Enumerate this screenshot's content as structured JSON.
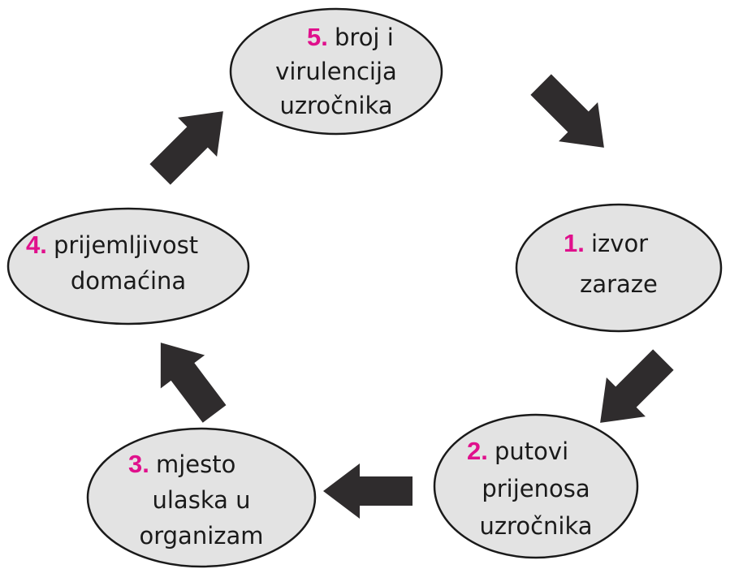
{
  "colors": {
    "node_fill": "#e3e3e3",
    "node_stroke": "#1a1a1a",
    "arrow_fill": "#2f2c2d",
    "number": "#e0108c",
    "text": "#1a1a1a"
  },
  "nodes": [
    {
      "id": "node-1",
      "number": "1.",
      "lines": [
        "izvor",
        "zaraze"
      ]
    },
    {
      "id": "node-2",
      "number": "2.",
      "lines": [
        "putovi",
        "prijenosa",
        "uzročnika"
      ]
    },
    {
      "id": "node-3",
      "number": "3.",
      "lines": [
        "mjesto",
        "ulaska u",
        "organizam"
      ]
    },
    {
      "id": "node-4",
      "number": "4.",
      "lines": [
        "prijemljivost",
        "domaćina"
      ]
    },
    {
      "id": "node-5",
      "number": "5.",
      "lines": [
        "broj i",
        "virulencija",
        "uzročnika"
      ]
    }
  ],
  "arrows": [
    {
      "name": "arrow-5-to-1",
      "direction": "down-right"
    },
    {
      "name": "arrow-1-to-2",
      "direction": "down-left"
    },
    {
      "name": "arrow-2-to-3",
      "direction": "left"
    },
    {
      "name": "arrow-3-to-4",
      "direction": "up-left"
    },
    {
      "name": "arrow-4-to-5",
      "direction": "up-right"
    }
  ]
}
